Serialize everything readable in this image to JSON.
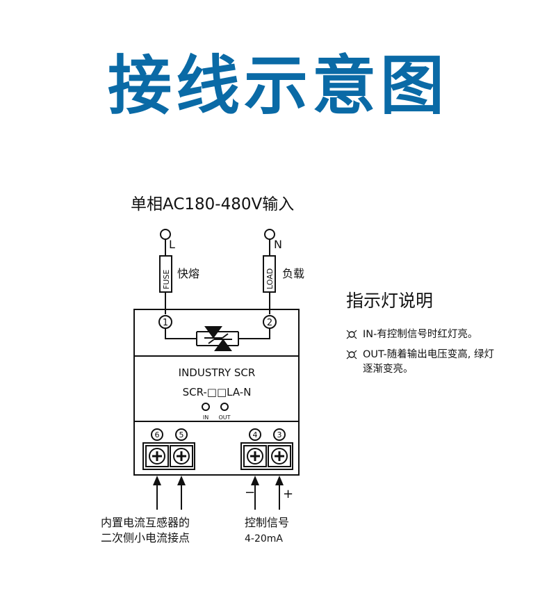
{
  "title": "接线示意图",
  "colors": {
    "title": "#0a6aa6",
    "line": "#111111"
  },
  "input_label": "单相AC180-480V输入",
  "terminals_top": {
    "L": "L",
    "N": "N"
  },
  "fuse": {
    "text": "FUSE",
    "label": "快熔"
  },
  "load": {
    "text": "LOAD",
    "label": "负载"
  },
  "module": {
    "name": "INDUSTRY SCR",
    "model": "SCR-□□LA-N",
    "led_in": "IN",
    "led_out": "OUT",
    "pin_1": "1",
    "pin_2": "2",
    "pin_3": "3",
    "pin_4": "4",
    "pin_5": "5",
    "pin_6": "6"
  },
  "bottom": {
    "ct_label_1": "内置电流互感器的",
    "ct_label_2": "二次侧小电流接点",
    "sig_label_1": "控制信号",
    "sig_label_2": "4-20mA",
    "minus": "−",
    "plus": "+"
  },
  "legend": {
    "title": "指示灯说明",
    "items": [
      {
        "icon": "led-icon",
        "line1": "IN-有控制信号时红灯亮。",
        "line2": ""
      },
      {
        "icon": "led-icon",
        "line1": "OUT-随着输出电压变高, 绿灯",
        "line2": "逐渐变亮。"
      }
    ]
  }
}
